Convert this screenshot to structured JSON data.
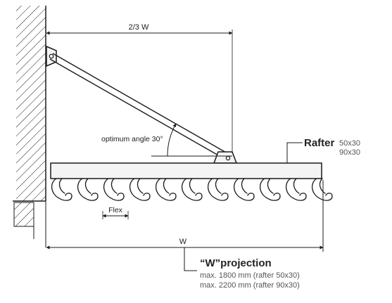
{
  "dimensions": {
    "two_thirds_label": "2/3 W",
    "angle_label": "optimum angle 30°",
    "flex_label": "Flex",
    "width_label": "W"
  },
  "rafter": {
    "title": "Rafter",
    "size_1": "50x30",
    "size_2": "90x30"
  },
  "projection": {
    "title": "“W”projection",
    "line_1": "max. 1800 mm (rafter 50x30)",
    "line_2": "max. 2200 mm (rafter 90x30)"
  },
  "colors": {
    "line": "#1a1a1a",
    "text": "#222222",
    "muted_text": "#555555",
    "fill": "#f4f4f4"
  }
}
